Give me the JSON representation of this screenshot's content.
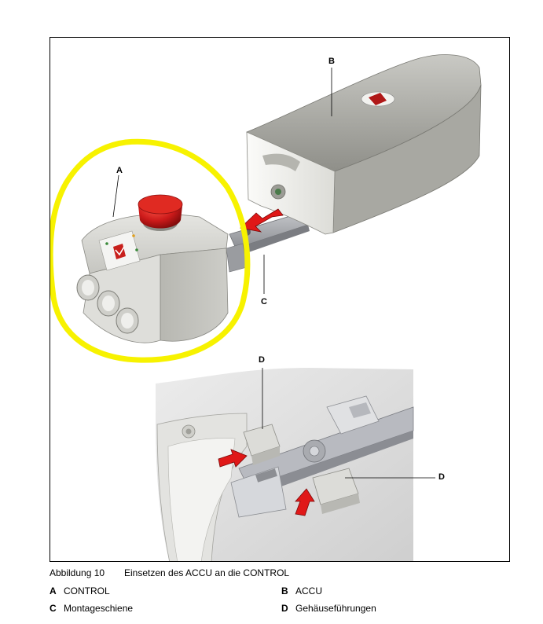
{
  "figure": {
    "callouts": {
      "a": "A",
      "b": "B",
      "c": "C",
      "d1": "D",
      "d2": "D"
    },
    "colors": {
      "housing": "#e6e6e2",
      "housing_dark": "#b9b9b3",
      "button_red": "#cc1a1a",
      "arrow_red": "#e01818",
      "highlight_yellow": "#f7f200",
      "rail": "#a7a9ad"
    },
    "icons": [
      "emergency-stop-button",
      "red-arrow",
      "cable-gland"
    ]
  },
  "caption": {
    "number": "Abbildung 10",
    "title": "Einsetzen des ACCU an die CONTROL"
  },
  "legend": [
    {
      "key": "A",
      "label": "CONTROL"
    },
    {
      "key": "B",
      "label": "ACCU"
    },
    {
      "key": "C",
      "label": "Montageschiene"
    },
    {
      "key": "D",
      "label": "Gehäuseführungen"
    }
  ]
}
